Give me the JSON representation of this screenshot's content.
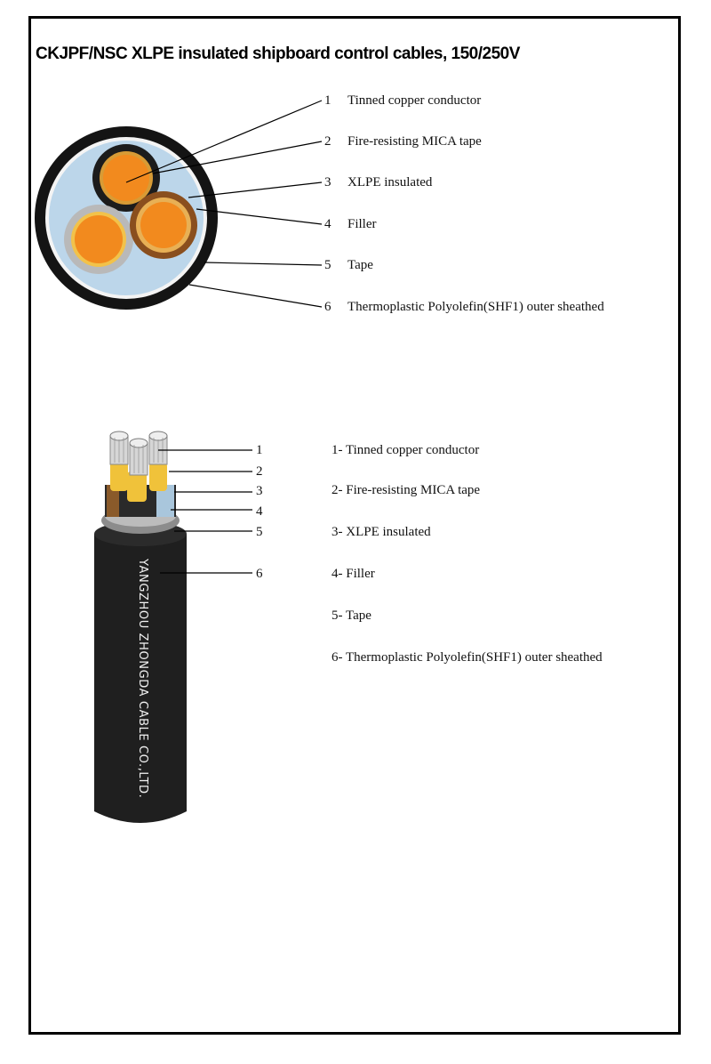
{
  "title": "CKJPF/NSC  XLPE insulated shipboard control cables, 150/250V",
  "cross_section": {
    "labels": [
      {
        "num": "1",
        "text": "Tinned copper conductor"
      },
      {
        "num": "2",
        "text": "Fire-resisting MICA tape"
      },
      {
        "num": "3",
        "text": "XLPE insulated"
      },
      {
        "num": "4",
        "text": "Filler"
      },
      {
        "num": "5",
        "text": "Tape"
      },
      {
        "num": "6",
        "text": "Thermoplastic Polyolefin(SHF1) outer sheathed"
      }
    ]
  },
  "side_view": {
    "callouts": [
      "1",
      "2",
      "3",
      "4",
      "5",
      "6"
    ],
    "legend": [
      "1- Tinned copper conductor",
      "2- Fire-resisting MICA tape",
      "3- XLPE insulated",
      "4- Filler",
      "5- Tape",
      "6- Thermoplastic Polyolefin(SHF1) outer sheathed"
    ],
    "sheath_print": "YANGZHOU ZHONGDA CABLE CO.,LTD."
  },
  "colors": {
    "conductor": "#f28a1e",
    "mica_tape": "#f0c23a",
    "filler": "#bcd6ea",
    "sheath": "#1a1a1a",
    "tape": "#d8d8d8"
  }
}
